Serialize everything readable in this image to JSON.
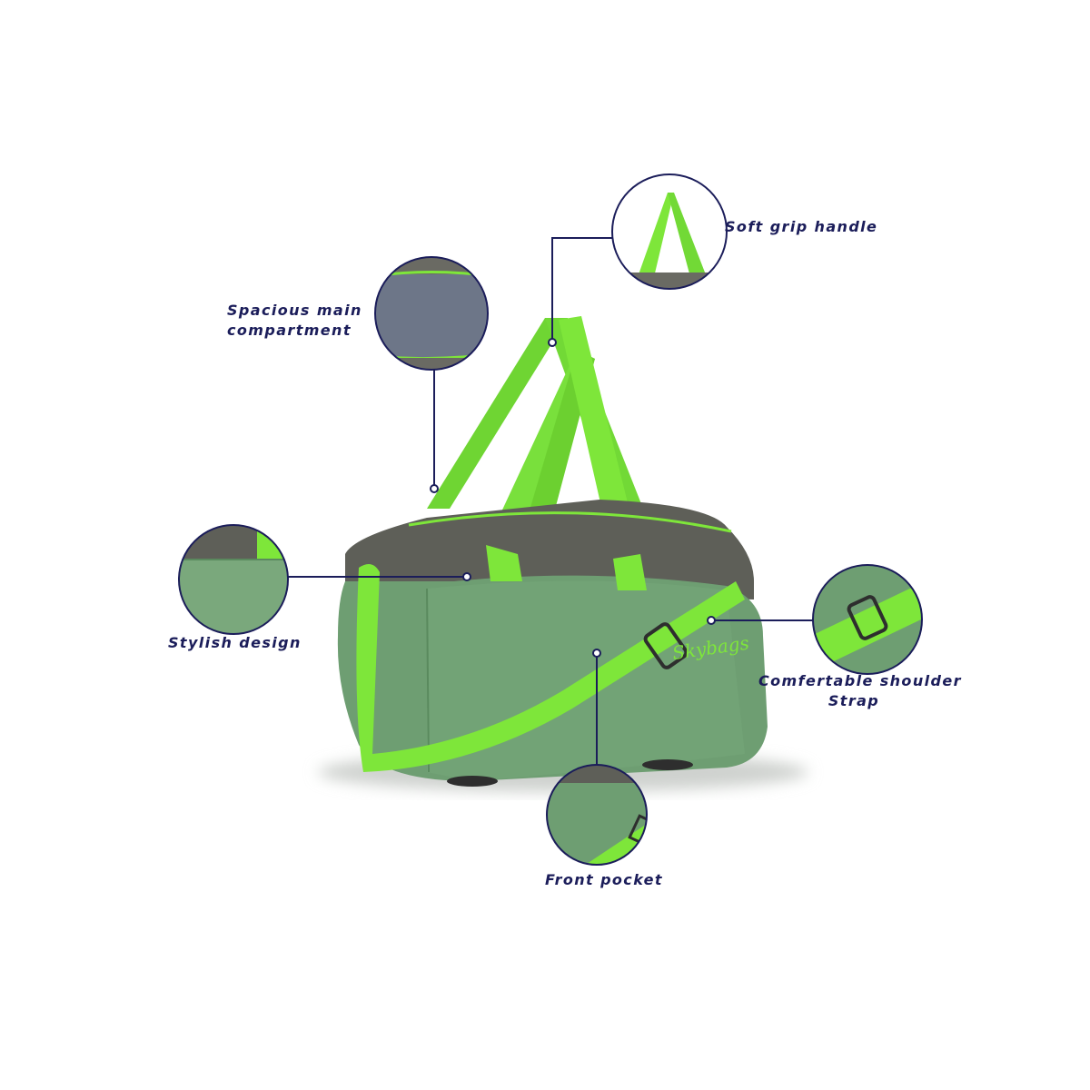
{
  "product": {
    "brand_logo_text": "Skybags",
    "colors": {
      "body_green": "#6e9e72",
      "top_grey": "#5e5f58",
      "strap_lime": "#7ee63a",
      "callout_navy": "#1b1d5a"
    }
  },
  "callouts": [
    {
      "id": "handle",
      "label": "Soft grip handle"
    },
    {
      "id": "compartment",
      "label_line1": "Spacious main",
      "label_line2": "compartment"
    },
    {
      "id": "design",
      "label": "Stylish design"
    },
    {
      "id": "shoulder",
      "label_line1": "Comfertable shoulder",
      "label_line2": "Strap"
    },
    {
      "id": "pocket",
      "label": "Front pocket"
    }
  ]
}
